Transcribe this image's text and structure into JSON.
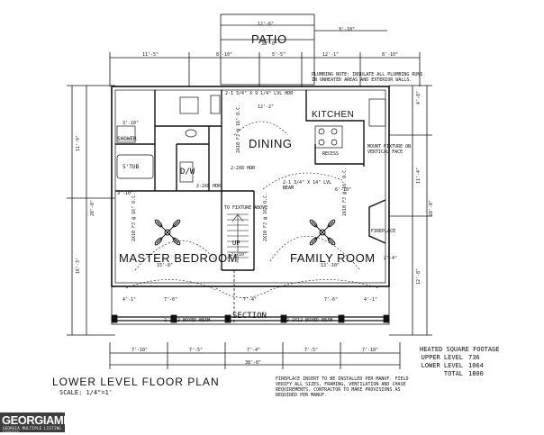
{
  "rooms": {
    "patio": "PATIO",
    "kitchen": "KITCHEN",
    "dining": "DINING",
    "master_bedroom": "MASTER BEDROOM",
    "family_room": "FAMILY ROOM",
    "shower": "SHOWER",
    "tub": "5'TUB",
    "dw": "D/W",
    "fireplace": "FIREPLACE",
    "up": "UP"
  },
  "labels": {
    "section": "SECTION",
    "to_fixture_above": "TO FIXTURE ABOVE",
    "recess": "RECESS",
    "mount_fixture": "MOUNT FIXTURE ON\nVERTICAL FACE",
    "beam_left": "2-2X12 BOXED BEAM",
    "beam_right": "2-2X12 BOXED BEAM",
    "hdr1": "2-2X8 HDR",
    "hdr2": "2-2X8 HDR",
    "lvl_hdr": "2-1 3/4\" X 9 1/4\" LVL HDR",
    "lvl_beam": "2-1 3/4\" X 14\" LVL\nBEAM",
    "joist_1": "2X10 FJ @ 16\" O.C.",
    "joist_2": "2X10 FJ @ 16\" O.C.",
    "joist_3": "2X10 FJ @ 16\" O.C.",
    "joist_4": "2X10 FJ @ 16\" O.C."
  },
  "notes": {
    "plumbing": "PLUMBING NOTE: INSULATE ALL PLUMBING RUNS\nIN UNHEATED AREAS AND EXTERIOR WALLS.",
    "fireplace": "FIREPLACE INSERT TO BE INSTALLED PER MANUF. FIELD\nVERIFY ALL SIZES, FRAMING, VENTILATION AND CHASE\nREQUIREMENTS. CONTRACTOR TO MAKE PROVISIONS AS\nREQUIRED PER MANUF."
  },
  "dimensions": {
    "top_patio_1": "12'-6\"",
    "top_patio_2": "9'-10\"",
    "top_overall": "38'-0\"",
    "top_1": "11'-5\"",
    "top_2": "8'-10\"",
    "top_3": "5'-5\"",
    "top_4": "12'-1\"",
    "top_5": "8'-10\"",
    "kitchen_w": "12'-2\"",
    "bed_w": "15'-8\"",
    "fam_w": "13'-10\"",
    "fam_w2": "6'-10\"",
    "hall": "3'-10\"",
    "hall2": "2'-10\"",
    "bath_w": "3'-10\"",
    "fp_w": "2'-4\"",
    "bot_1": "7'-10\"",
    "bot_2": "7'-5\"",
    "bot_3": "7'-4\"",
    "bot_4": "7'-5\"",
    "bot_5": "7'-10\"",
    "bot_overall": "38'-0\"",
    "porch_1": "4'-1\"",
    "porch_2": "7'-6\"",
    "porch_3": "7'-4\"",
    "porch_4": "7'-6\"",
    "porch_5": "4'-1\"",
    "right_1": "4'-8\"",
    "right_2": "11'-4\"",
    "right_3": "12'-8\"",
    "right_overall": "28'-0\"",
    "left_1": "11'-9\"",
    "left_2": "16'-3\"",
    "left_overall": "28'-0\""
  },
  "plan_title": "LOWER LEVEL FLOOR PLAN",
  "scale": "SCALE: 1/4\"=1'",
  "footage": {
    "heading": "HEATED SQUARE FOOTAGE",
    "rows": [
      {
        "label": "UPPER LEVEL",
        "value": "736"
      },
      {
        "label": "LOWER LEVEL",
        "value": "1064"
      },
      {
        "label": "TOTAL",
        "value": "1800"
      }
    ]
  },
  "watermark": {
    "brand": "GEORGIAMLS",
    "tagline": "GEORGIA MULTIPLE LISTING SERVICE"
  }
}
